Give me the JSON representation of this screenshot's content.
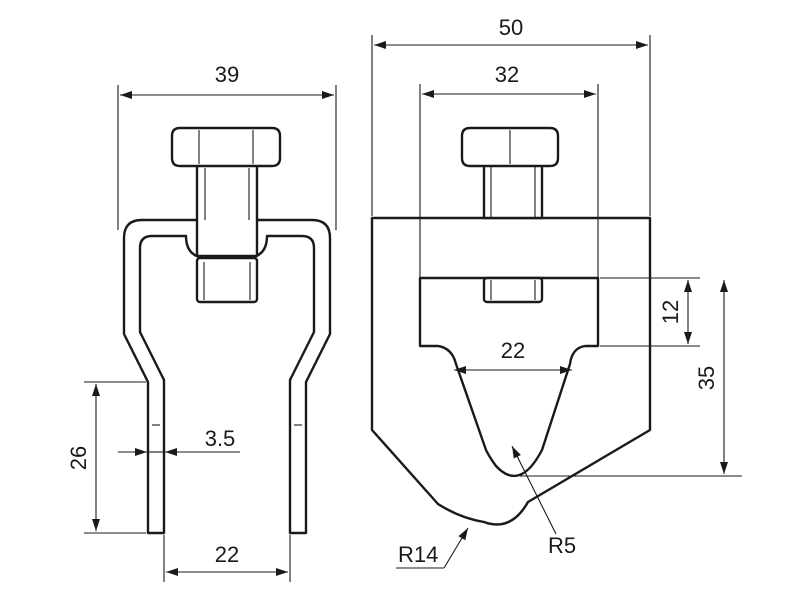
{
  "dimensions": {
    "side_width": "39",
    "side_leg_height": "26",
    "side_wall_thickness": "3.5",
    "side_opening": "22",
    "front_width": "50",
    "front_inner_width": "32",
    "front_slot_height": "12",
    "front_slot_width": "22",
    "front_depth": "35",
    "front_outer_radius": "R14",
    "front_inner_radius": "R5"
  },
  "colors": {
    "line": "#1a1a1a",
    "background": "#ffffff"
  }
}
